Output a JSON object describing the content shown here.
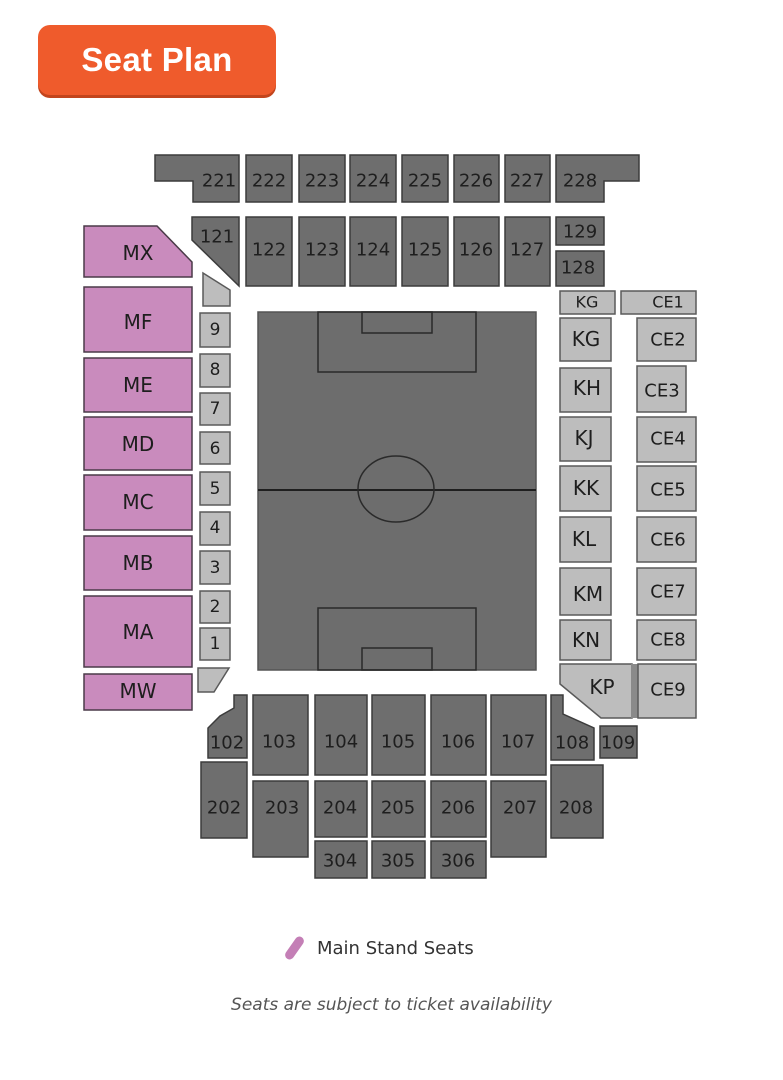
{
  "title": "Seat Plan",
  "colors": {
    "title_bg": "#ef5b2c",
    "main_stand": "#c98bbd",
    "dark_section": "#6e6e6e",
    "light_section": "#bdbdbd",
    "pitch": "#6d6d6d",
    "border": "#3c3c3c"
  },
  "legend": {
    "label": "Main Stand Seats",
    "color": "#c47fb6"
  },
  "disclaimer": "Seats are subject to ticket availability",
  "sections": {
    "upper_north": [
      "221",
      "222",
      "223",
      "224",
      "225",
      "226",
      "227",
      "228"
    ],
    "lower_north": [
      "121",
      "122",
      "123",
      "124",
      "125",
      "126",
      "127",
      "129",
      "128"
    ],
    "main_stand": [
      "MX",
      "MF",
      "ME",
      "MD",
      "MC",
      "MB",
      "MA",
      "MW"
    ],
    "west_small": [
      "9",
      "8",
      "7",
      "6",
      "5",
      "4",
      "3",
      "2",
      "1"
    ],
    "east_inner": [
      "KG",
      "KG",
      "KH",
      "KJ",
      "KK",
      "KL",
      "KM",
      "KN",
      "KP"
    ],
    "east_outer": [
      "CE1",
      "CE2",
      "CE3",
      "CE4",
      "CE5",
      "CE6",
      "CE7",
      "CE8",
      "CE9"
    ],
    "lower_south": [
      "102",
      "103",
      "104",
      "105",
      "106",
      "107",
      "108",
      "109"
    ],
    "mid_south": [
      "202",
      "203",
      "204",
      "205",
      "206",
      "207",
      "208"
    ],
    "upper_south": [
      "304",
      "305",
      "306"
    ]
  }
}
